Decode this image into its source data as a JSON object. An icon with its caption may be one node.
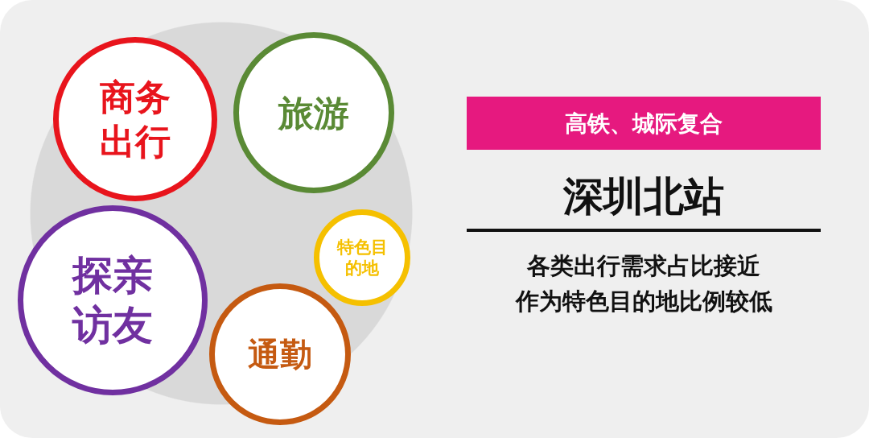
{
  "diagram": {
    "title": "深圳北站",
    "nodes": [
      {
        "text": [
          "商务出行"
        ]
      },
      {
        "text": [
          "旅游"
        ]
      },
      {
        "text": [
          "探亲访友"
        ]
      },
      {
        "text": [
          "特色目的地"
        ]
      },
      {
        "text": [
          "通勤"
        ]
      },
      {
        "text": [
          "高铁、城际复合"
        ]
      }
    ],
    "edges": [],
    "labels": [
      "各类出行需求占比接近",
      "作为特色目的地比例较低"
    ]
  }
}
